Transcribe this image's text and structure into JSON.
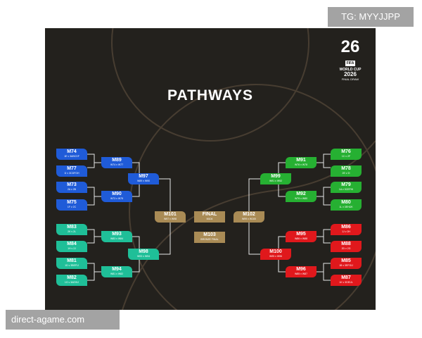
{
  "watermark_top": "TG: MYYJJPP",
  "watermark_bottom": "direct-agame.com",
  "title": "PATHWAYS",
  "logo": {
    "number": "26",
    "fifa": "FIFA",
    "line1": "WORLD CUP",
    "line2": "2026",
    "line3": "FINAL DRAW"
  },
  "colors": {
    "blue": "#1f5bd8",
    "teal": "#1fbf98",
    "green": "#26b032",
    "red": "#e0181c",
    "gold": "#a98b55",
    "background": "#23211d"
  },
  "matches": {
    "m74": {
      "id": "M74",
      "sub": "1E v 3ABCDF"
    },
    "m77": {
      "id": "M77",
      "sub": "1I v 3CDFGH"
    },
    "m73": {
      "id": "M73",
      "sub": "2A v 2B"
    },
    "m75": {
      "id": "M75",
      "sub": "1F v 2C"
    },
    "m83": {
      "id": "M83",
      "sub": "2K v 2L"
    },
    "m84": {
      "id": "M84",
      "sub": "1H v 2J"
    },
    "m81": {
      "id": "M81",
      "sub": "1D v 3BEFIJ"
    },
    "m82": {
      "id": "M82",
      "sub": "1G v 3AEHIJ"
    },
    "m89": {
      "id": "M89",
      "sub": "W74 v W77"
    },
    "m90": {
      "id": "M90",
      "sub": "W73 v W75"
    },
    "m93": {
      "id": "M93",
      "sub": "W83 v W84"
    },
    "m94": {
      "id": "M94",
      "sub": "W81 v W82"
    },
    "m97": {
      "id": "M97",
      "sub": "W89 v W90"
    },
    "m98": {
      "id": "M98",
      "sub": "W93 v W94"
    },
    "m101": {
      "id": "M101",
      "sub": "W97 v W98"
    },
    "final": {
      "id": "FINAL",
      "sub": "M104"
    },
    "m103": {
      "id": "M103",
      "sub": "BRONZE FINAL"
    },
    "m102": {
      "id": "M102",
      "sub": "W99 v W100"
    },
    "m76": {
      "id": "M76",
      "sub": "1C v 2F"
    },
    "m78": {
      "id": "M78",
      "sub": "2E v 2I"
    },
    "m79": {
      "id": "M79",
      "sub": "1A v 3CEFHI"
    },
    "m80": {
      "id": "M80",
      "sub": "1L v 3EHIJK"
    },
    "m86": {
      "id": "M86",
      "sub": "1J v 2H"
    },
    "m88": {
      "id": "M88",
      "sub": "2D v 2G"
    },
    "m85": {
      "id": "M85",
      "sub": "1B v 3EFGIJ"
    },
    "m87": {
      "id": "M87",
      "sub": "1K v 3DEIJL"
    },
    "m91": {
      "id": "M91",
      "sub": "W76 v W78"
    },
    "m92": {
      "id": "M92",
      "sub": "W79 v W80"
    },
    "m95": {
      "id": "M95",
      "sub": "W86 v W88"
    },
    "m96": {
      "id": "M96",
      "sub": "W85 v W87"
    },
    "m99": {
      "id": "M99",
      "sub": "W91 v W92"
    },
    "m100": {
      "id": "M100",
      "sub": "W95 v W96"
    }
  }
}
